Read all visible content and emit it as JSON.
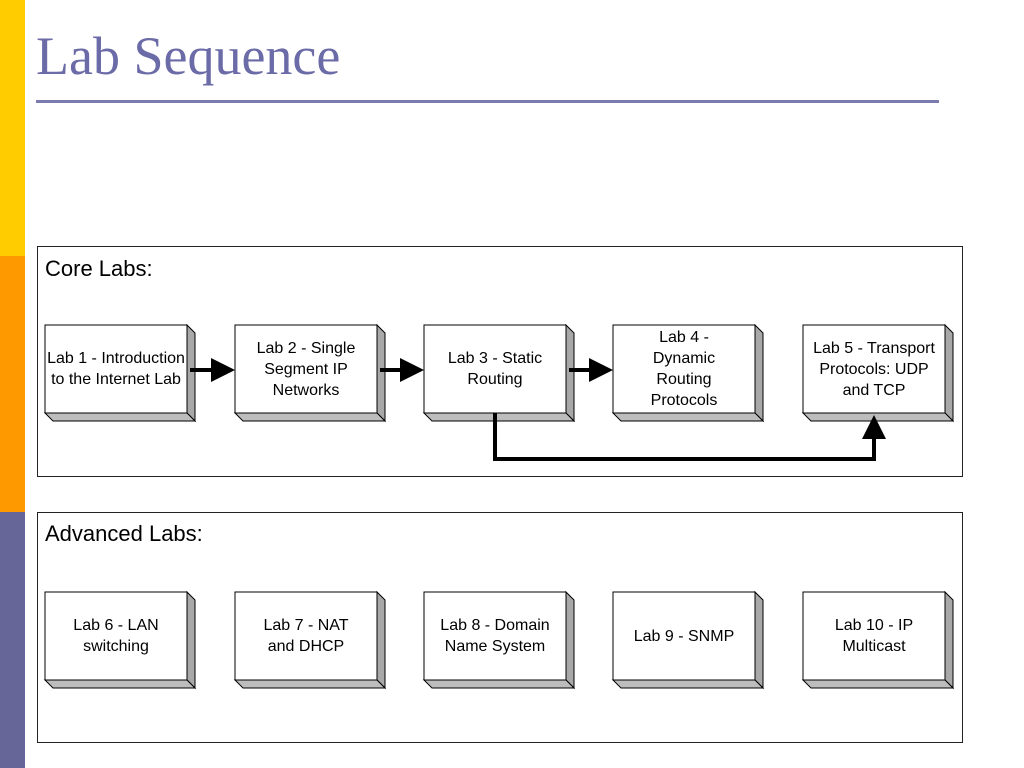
{
  "slide": {
    "title": "Lab Sequence",
    "accent_colors": [
      "#ffcc00",
      "#ff9900",
      "#666699"
    ]
  },
  "core": {
    "label": "Core Labs:",
    "labs": [
      "Lab 1 - Introduction to the Internet Lab",
      "Lab 2 - Single Segment IP Networks",
      "Lab 3 - Static Routing",
      "Lab 4 - Dynamic Routing Protocols",
      "Lab 5 - Transport Protocols: UDP and TCP"
    ]
  },
  "advanced": {
    "label": "Advanced Labs:",
    "labs": [
      "Lab 6 - LAN switching",
      "Lab 7 - NAT and DHCP",
      "Lab 8 - Domain Name System",
      "Lab 9 - SNMP",
      "Lab 10 - IP Multicast"
    ]
  }
}
